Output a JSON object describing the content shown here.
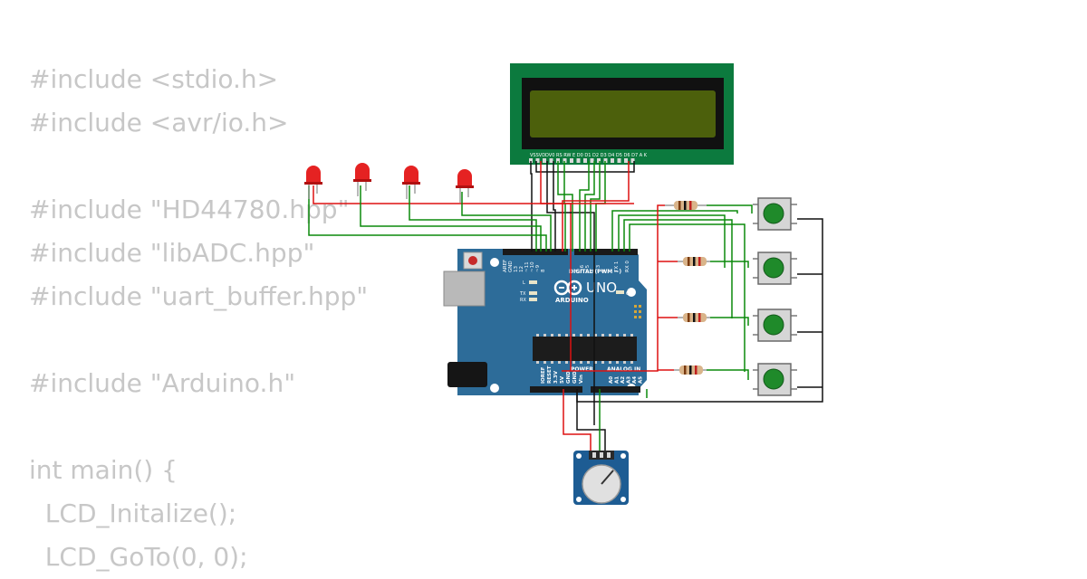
{
  "code_lines": [
    "#include <stdio.h>",
    "#include <avr/io.h>",
    "",
    "#include \"HD44780.hpp\"",
    "#include \"libADC.hpp\"",
    "#include \"uart_buffer.hpp\"",
    "",
    "#include \"Arduino.h\"",
    "",
    "int main() {",
    "  LCD_Initalize();",
    "  LCD_GoTo(0, 0);"
  ],
  "board": {
    "model": "UNO",
    "brand": "ARDUINO",
    "digital_label": "DIGITAL (PWM ~)",
    "power_label": "POWER",
    "analog_label": "ANALOG IN",
    "on_label": "ON",
    "led_l": "L",
    "led_tx": "TX",
    "led_rx": "RX",
    "top_pins": [
      "AREF",
      "GND",
      "13",
      "12",
      "~11",
      "~10",
      "~9",
      "8",
      "7",
      "~6",
      "~5",
      "4",
      "~3",
      "2",
      "TX 1",
      "RX 0"
    ],
    "power_pins": [
      "IOREF",
      "RESET",
      "3.3V",
      "5V",
      "GND",
      "GND",
      "Vin"
    ],
    "analog_pins": [
      "A0",
      "A1",
      "A2",
      "A3",
      "A4",
      "A5"
    ]
  },
  "lcd": {
    "pins": [
      "VSS",
      "VDD",
      "V0",
      "RS",
      "RW",
      "E",
      "D0",
      "D1",
      "D2",
      "D3",
      "D4",
      "D5",
      "D6",
      "D7",
      "A",
      "K"
    ],
    "pin_header": "VSSVDDV0 RS RW E  D0 D1 D2 D3 D4 D5 D6 D7 A  K"
  },
  "colors": {
    "board": "#2d6c99",
    "lcd_pcb": "#0c7a3e",
    "lcd_screen": "#4c600c",
    "wire_red": "#dd1111",
    "wire_green": "#0b8a0b",
    "wire_black": "#111111",
    "button_cap": "#1f8a2a",
    "led": "#e52222",
    "code_text": "#c7c7c7"
  },
  "icons": [
    "led-icon",
    "resistor-icon",
    "pushbutton-icon",
    "potentiometer-icon",
    "usb-port-icon",
    "power-jack-icon",
    "arduino-logo-icon"
  ]
}
